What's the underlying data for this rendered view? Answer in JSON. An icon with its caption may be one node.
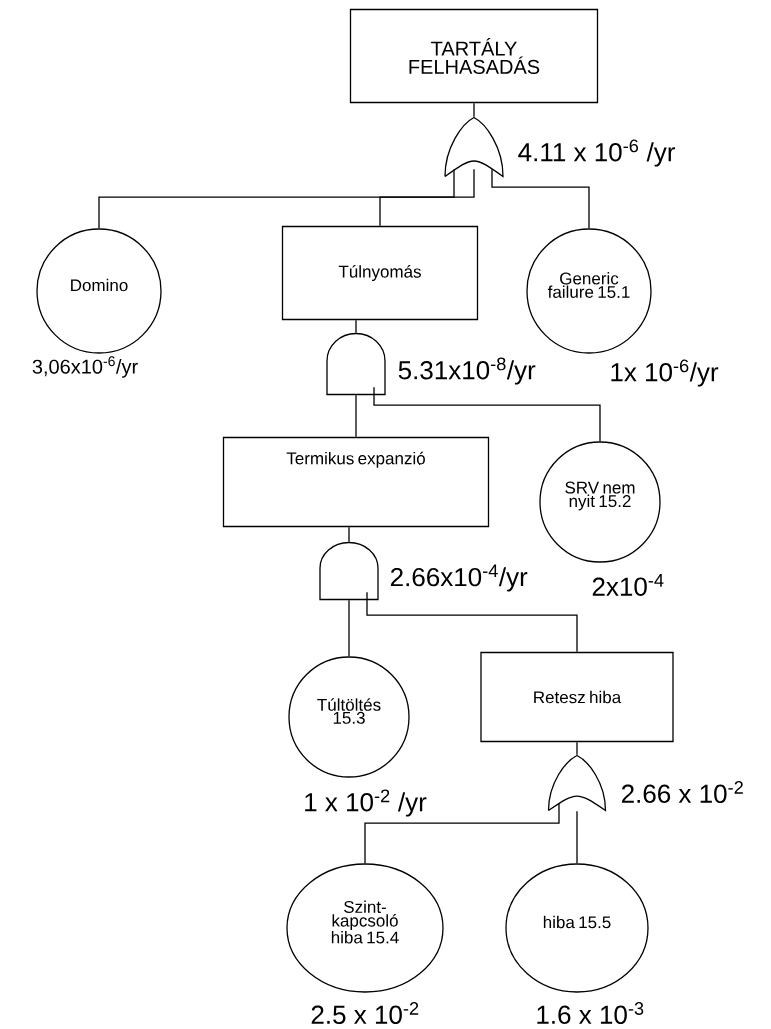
{
  "diagram": {
    "nodes": [
      {
        "text": [
          "TARTÁLY FELHASADÁS"
        ]
      },
      {
        "text": [],
        "shape": "or-gate",
        "beside": [
          "4.11 x 10$^{-6}$ /yr"
        ]
      },
      {
        "text": [
          "Domino"
        ],
        "beside": [
          "3,06x10$^{-6}$/yr"
        ]
      },
      {
        "text": [
          "Túlnyomás"
        ]
      },
      {
        "text": [
          "Generic failure 15.1"
        ],
        "beside": [
          "1x 10$^{-6}$/yr"
        ]
      },
      {
        "text": [],
        "shape": "and-gate",
        "beside": [
          "5.31x10$^{-8}$/yr"
        ]
      },
      {
        "text": [
          "Termikus expanzió"
        ]
      },
      {
        "text": [
          "SRV nem nyit 15.2"
        ],
        "beside": [
          "2x10$^{-4}$"
        ]
      },
      {
        "text": [],
        "shape": "and-gate",
        "beside": [
          "2.66x10$^{-4}$/yr"
        ]
      },
      {
        "text": [
          "Túltöltés 15.3"
        ],
        "beside": [
          "1 x 10$^{-2}$ /yr"
        ]
      },
      {
        "text": [
          "Retesz hiba"
        ]
      },
      {
        "text": [],
        "shape": "or-gate",
        "beside": [
          "2.66 x 10$^{-2}$"
        ]
      },
      {
        "text": [
          "Szint-kapcsoló hiba 15.4"
        ],
        "beside": [
          "2.5 x 10$^{-2}$"
        ]
      },
      {
        "text": [
          "hiba 15.5"
        ],
        "beside": [
          "1.6 x 10$^{-3}$"
        ]
      }
    ],
    "edges": [
      {
        "from": 0,
        "to": 1,
        "arrow": "none"
      },
      {
        "from": 1,
        "to": 2,
        "arrow": "none"
      },
      {
        "from": 1,
        "to": 3,
        "arrow": "none"
      },
      {
        "from": 1,
        "to": 4,
        "arrow": "none"
      },
      {
        "from": 3,
        "to": 5,
        "arrow": "none"
      },
      {
        "from": 5,
        "to": 6,
        "arrow": "none"
      },
      {
        "from": 5,
        "to": 7,
        "arrow": "none"
      },
      {
        "from": 6,
        "to": 8,
        "arrow": "none"
      },
      {
        "from": 8,
        "to": 9,
        "arrow": "none"
      },
      {
        "from": 8,
        "to": 10,
        "arrow": "none"
      },
      {
        "from": 10,
        "to": 11,
        "arrow": "none"
      },
      {
        "from": 11,
        "to": 12,
        "arrow": "none"
      },
      {
        "from": 11,
        "to": 13,
        "arrow": "none"
      }
    ]
  }
}
